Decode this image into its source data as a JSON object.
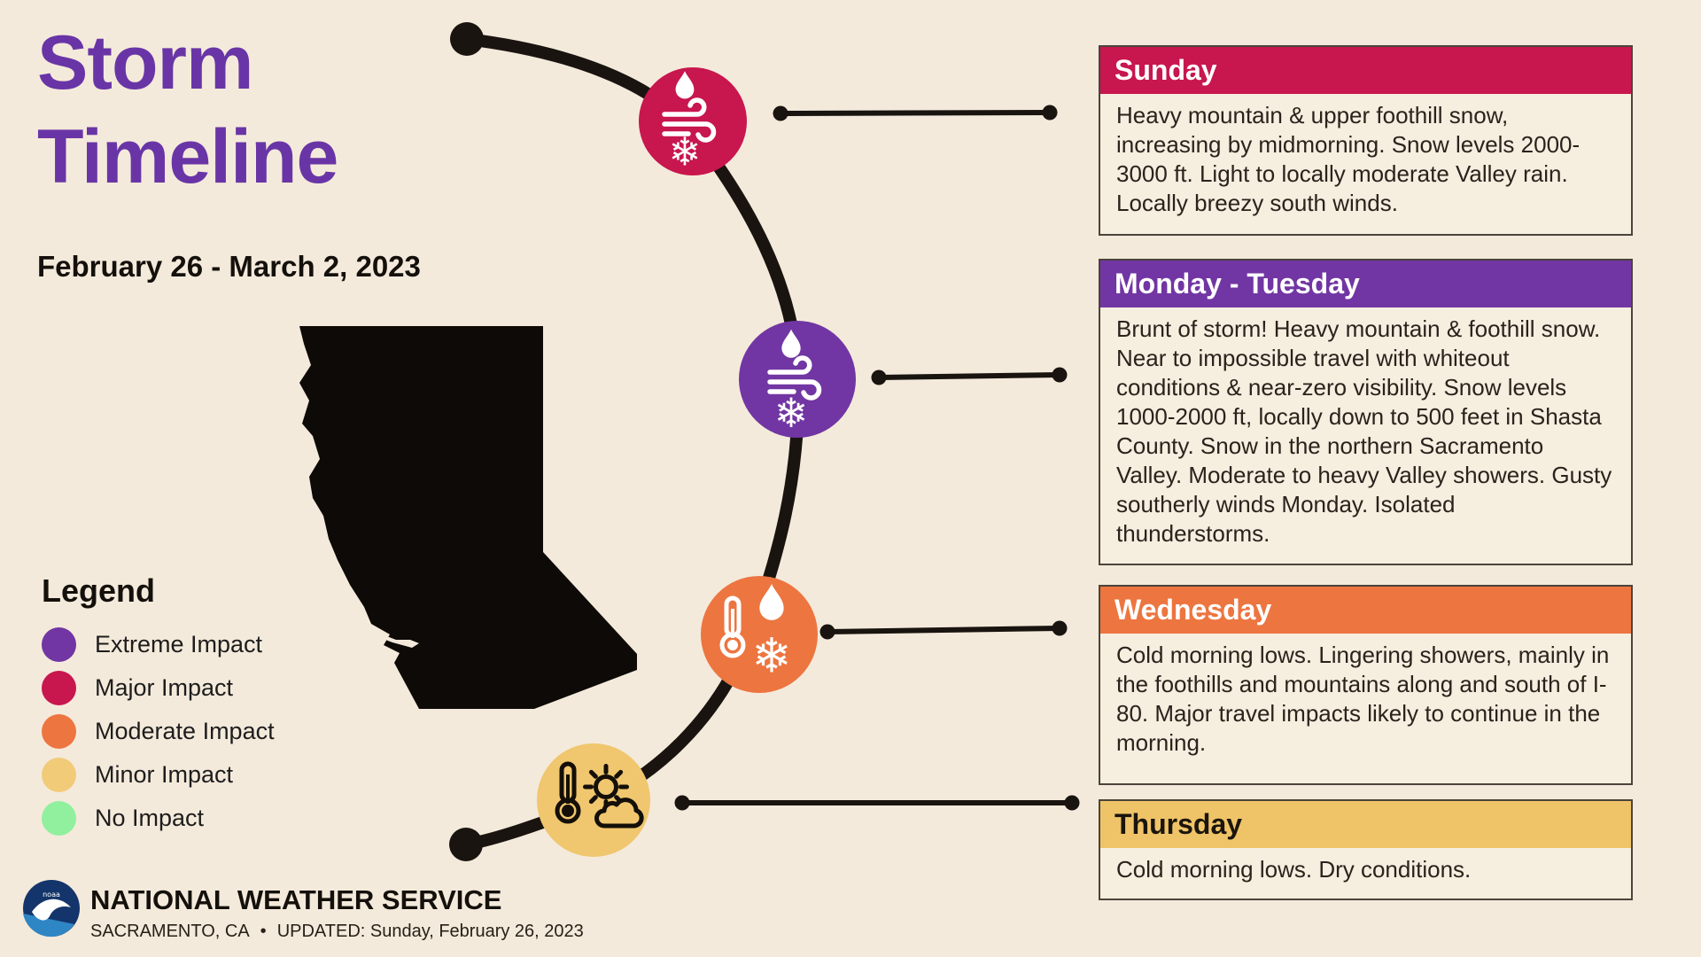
{
  "page": {
    "background_color": "#F4EADB"
  },
  "title": {
    "line1": "Storm",
    "line2": "Timeline",
    "color": "#6935A6"
  },
  "date_range": "February 26 - March 2, 2023",
  "legend": {
    "heading": "Legend",
    "items": [
      {
        "label": "Extreme Impact",
        "color": "#7136A3"
      },
      {
        "label": "Major Impact",
        "color": "#C8164E"
      },
      {
        "label": "Moderate Impact",
        "color": "#ED7540"
      },
      {
        "label": "Minor Impact",
        "color": "#F2CB79"
      },
      {
        "label": "No Impact",
        "color": "#90F09E"
      }
    ]
  },
  "timeline": {
    "line_color": "#191410",
    "nodes": [
      {
        "color": "#C8164E",
        "icons": [
          "raindrop-icon",
          "wind-icon",
          "snowflake-icon"
        ]
      },
      {
        "color": "#7136A3",
        "icons": [
          "raindrop-icon",
          "wind-icon",
          "snowflake-icon"
        ]
      },
      {
        "color": "#ED7540",
        "icons": [
          "thermometer-icon",
          "raindrop-icon",
          "snowflake-icon"
        ]
      },
      {
        "color": "#F0C66E",
        "icons": [
          "thermometer-icon",
          "sun-behind-cloud-icon"
        ]
      }
    ]
  },
  "glyphs": {
    "snowflake": "❄"
  },
  "cards": [
    {
      "day": "Sunday",
      "header_color": "#C8164E",
      "header_text_color": "#FFFFFF",
      "body": "Heavy mountain & upper foothill snow, increasing by midmorning. Snow levels 2000-3000 ft. Light to locally moderate Valley rain. Locally breezy south winds."
    },
    {
      "day": "Monday - Tuesday",
      "header_color": "#7136A3",
      "header_text_color": "#FFFFFF",
      "body": "Brunt of storm! Heavy mountain & foothill snow. Near to impossible travel with whiteout conditions & near-zero visibility. Snow levels 1000-2000 ft, locally down to 500 feet in Shasta County. Snow in the northern Sacramento Valley. Moderate to heavy Valley showers. Gusty southerly winds Monday. Isolated thunderstorms."
    },
    {
      "day": "Wednesday",
      "header_color": "#ED7540",
      "header_text_color": "#FFFFFF",
      "body": "Cold morning lows. Lingering showers, mainly in the foothills and mountains along and south of I-80. Major travel impacts likely to continue in the morning."
    },
    {
      "day": "Thursday",
      "header_color": "#EFC468",
      "header_text_color": "#1B150E",
      "body": "Cold morning lows. Dry conditions."
    }
  ],
  "footer": {
    "agency": "NATIONAL WEATHER SERVICE",
    "location": "SACRAMENTO, CA",
    "separator": "•",
    "updated": "UPDATED: Sunday, February 26, 2023"
  }
}
